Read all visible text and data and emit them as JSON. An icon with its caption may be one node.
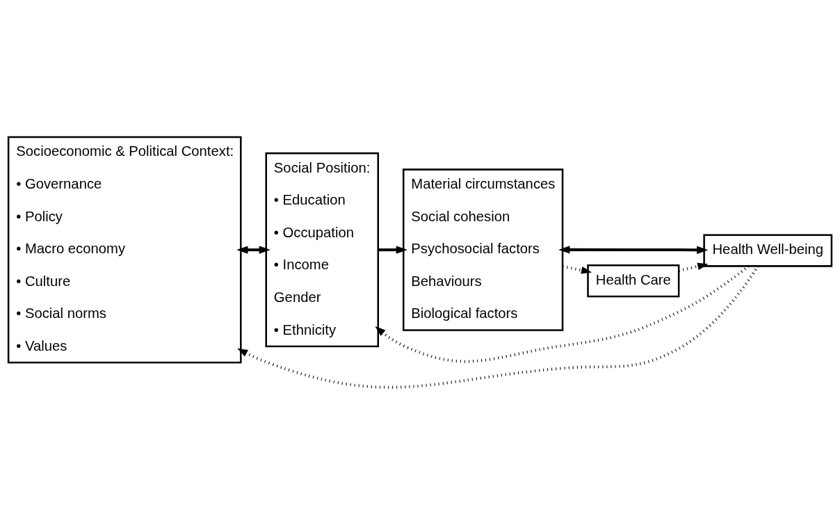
{
  "diagram": {
    "nodes": [
      {
        "text": [
          "Socioeconomic & Political Context:",
          "• Governance",
          "• Policy",
          "• Macro economy",
          "• Culture",
          "• Social norms",
          "• Values"
        ]
      },
      {
        "text": [
          "Social Position:",
          "• Education",
          "• Occupation",
          "• Income",
          "Gender",
          "• Ethnicity"
        ]
      },
      {
        "text": [
          "Material circumstances",
          "Social cohesion",
          "Psychosocial factors",
          "Behaviours",
          "Biological factors"
        ]
      },
      {
        "text": [
          "Health Well-being"
        ]
      },
      {
        "text": [
          "Health Care"
        ]
      }
    ],
    "edges": [
      {
        "from": 0,
        "to": 1,
        "arrow": "both"
      },
      {
        "from": 1,
        "to": 2,
        "arrow": "to"
      },
      {
        "from": 2,
        "to": 3,
        "arrow": "both"
      },
      {
        "from": 3,
        "to": 0,
        "arrow": "to",
        "style": "dashed"
      },
      {
        "from": 3,
        "to": 1,
        "arrow": "to",
        "style": "dashed"
      },
      {
        "from": 2,
        "to": 4,
        "arrow": "to",
        "style": "dashed"
      },
      {
        "from": 4,
        "to": 3,
        "arrow": "to",
        "style": "dashed"
      }
    ]
  }
}
